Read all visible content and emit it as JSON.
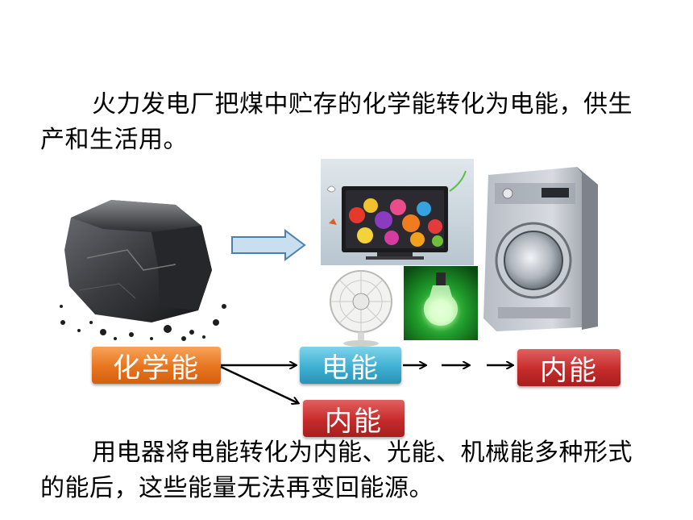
{
  "paragraph_top": "火力发电厂把煤中贮存的化学能转化为电能，供生产和生活用。",
  "paragraph_bottom": "用电器将电能转化为内能、光能、机械能多种形式的能后，这些能量无法再变回能源。",
  "flow": {
    "chemical_energy": "化学能",
    "electrical_energy": "电能",
    "internal_energy_right": "内能",
    "internal_energy_bottom": "内能"
  },
  "images": [
    "coal",
    "television",
    "electric-fan",
    "light-bulb",
    "washing-machine"
  ],
  "colors": {
    "chemical_box": "#e7751e",
    "electrical_box": "#3fb0d2",
    "internal_box": "#c62b2b",
    "block_arrow_fill": "#c9dff0",
    "block_arrow_stroke": "#4a7fb0"
  }
}
